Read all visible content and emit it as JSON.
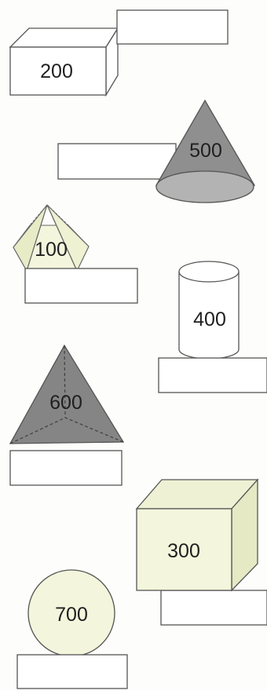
{
  "shapes": {
    "cuboid": {
      "label": "200"
    },
    "cone": {
      "label": "500"
    },
    "pyramid": {
      "label": "100"
    },
    "cylinder": {
      "label": "400"
    },
    "tetrahedron": {
      "label": "600"
    },
    "cube": {
      "label": "300"
    },
    "sphere": {
      "label": "700"
    }
  },
  "answer_boxes": [
    {
      "value": ""
    },
    {
      "value": ""
    },
    {
      "value": ""
    },
    {
      "value": ""
    },
    {
      "value": ""
    },
    {
      "value": ""
    },
    {
      "value": ""
    }
  ],
  "colors": {
    "stroke": "#555555",
    "cone_fill": "#8f8f8f",
    "cone_base": "#b3b3b3",
    "tetra_fill": "#858585",
    "pale_yellow": "#f3f5dc",
    "pale_yellow_shade": "#e7ebc6",
    "white": "#ffffff"
  }
}
